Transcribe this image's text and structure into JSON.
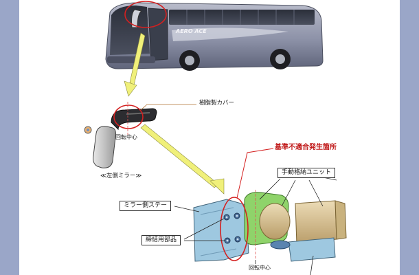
{
  "labels": {
    "resin_cover": "樹脂製カバー",
    "rotation_center_top": "回転中心",
    "left_mirror": "≪左側ミラー≫",
    "nonconformity_location": "基準不適合発生箇所",
    "manual_stow_unit": "手動格納ユニット",
    "mirror_stay": "ミラー側ステー",
    "fastening_parts": "締結用部品",
    "rotation_center_bottom": "回転中心"
  },
  "bus_livery": "AERO ACE",
  "colors": {
    "highlight_red": "#d42020",
    "arrow_yellow": "#f0f07a",
    "stay_blue": "#9ec8e0",
    "unit_green": "#8fd36a",
    "cylinder_tan": "#d8c49a",
    "background": "#9aa6c8"
  }
}
